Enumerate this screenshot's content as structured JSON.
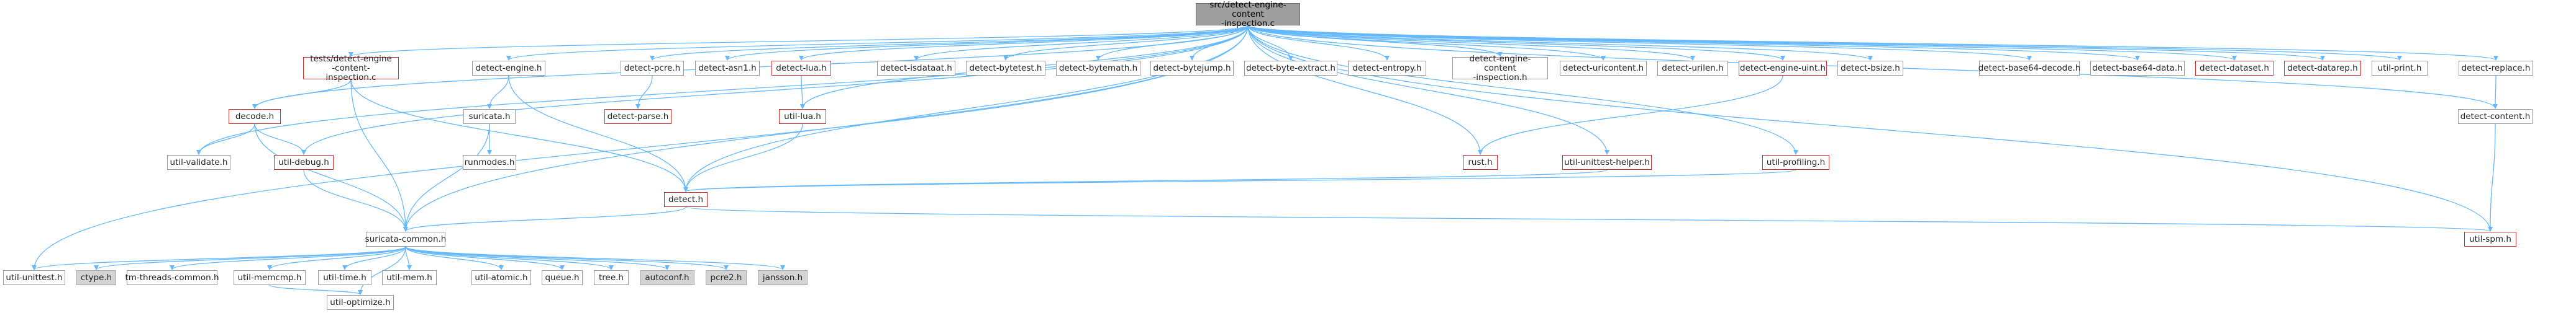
{
  "graph_title": "src/detect-engine-content-inspection.c",
  "colors": {
    "edge": "#63b8ff",
    "red_border": "#d32f2f",
    "grey_fill": "#d3d3d3",
    "root_fill": "#9e9e9e"
  },
  "nodes": {
    "root": "src/detect-engine-content\n-inspection.c",
    "tests_inspection": "tests/detect-engine\n-content-inspection.c",
    "decode": "decode.h",
    "util_validate": "util-validate.h",
    "util_debug": "util-debug.h",
    "detect_engine": "detect-engine.h",
    "suricata": "suricata.h",
    "runmodes": "runmodes.h",
    "suricata_common": "suricata-common.h",
    "detect_pcre": "detect-pcre.h",
    "detect_parse": "detect-parse.h",
    "detect_asn1": "detect-asn1.h",
    "detect_lua": "detect-lua.h",
    "util_lua": "util-lua.h",
    "detect_isdataat": "detect-isdataat.h",
    "detect_bytetest": "detect-bytetest.h",
    "detect_bytemath": "detect-bytemath.h",
    "detect_bytejump": "detect-bytejump.h",
    "detect_byte_extract": "detect-byte-extract.h",
    "detect_entropy": "detect-entropy.h",
    "detect_engine_ci": "detect-engine-content\n-inspection.h",
    "detect_uricontent": "detect-uricontent.h",
    "detect_urilen": "detect-urilen.h",
    "detect_engine_uint": "detect-engine-uint.h",
    "rust": "rust.h",
    "util_unittest_helper": "util-unittest-helper.h",
    "detect_bsize": "detect-bsize.h",
    "util_profiling": "util-profiling.h",
    "detect": "detect.h",
    "detect_base64_decode": "detect-base64-decode.h",
    "detect_base64_data": "detect-base64-data.h",
    "detect_dataset": "detect-dataset.h",
    "detect_datarep": "detect-datarep.h",
    "util_print": "util-print.h",
    "detect_replace": "detect-replace.h",
    "detect_content": "detect-content.h",
    "util_spm": "util-spm.h",
    "util_unittest": "util-unittest.h",
    "ctype": "ctype.h",
    "tm_threads_common": "tm-threads-common.h",
    "util_memcmp": "util-memcmp.h",
    "util_time": "util-time.h",
    "util_mem": "util-mem.h",
    "util_atomic": "util-atomic.h",
    "queue": "queue.h",
    "tree": "tree.h",
    "autoconf": "autoconf.h",
    "pcre2": "pcre2.h",
    "jansson": "jansson.h",
    "util_optimize": "util-optimize.h"
  }
}
